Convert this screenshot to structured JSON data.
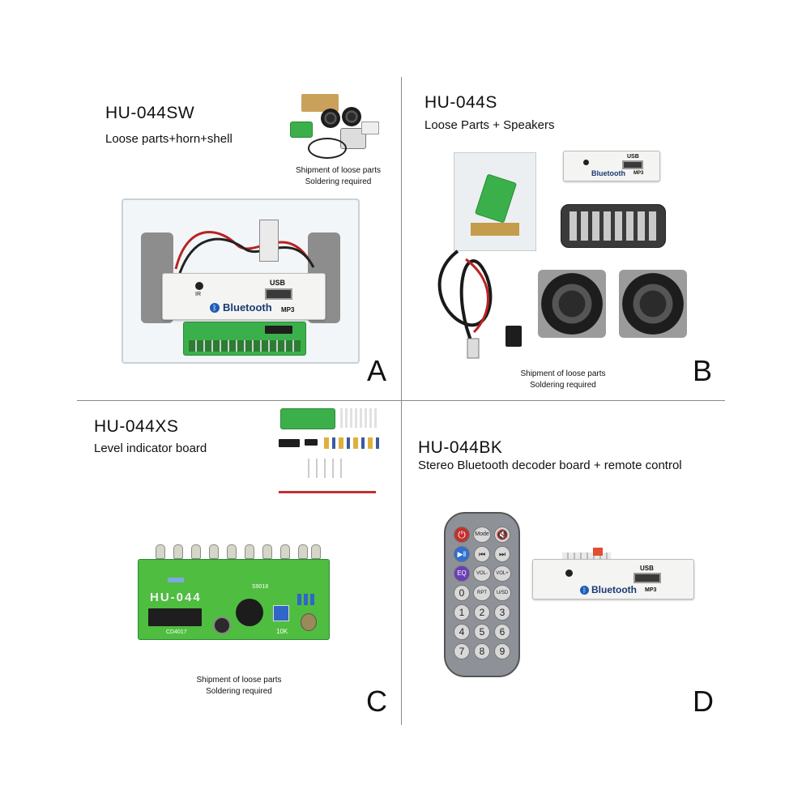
{
  "panels": {
    "a": {
      "model": "HU-044SW",
      "desc": "Loose parts+horn+shell",
      "note_line1": "Shipment of loose parts",
      "note_line2": "Soldering required",
      "letter": "A",
      "module_usb": "USB",
      "module_ir": "IR",
      "module_bt": "Bluetooth",
      "module_mp3": "MP3"
    },
    "b": {
      "model": "HU-044S",
      "desc": "Loose Parts + Speakers",
      "note_line1": "Shipment of loose parts",
      "note_line2": "Soldering required",
      "letter": "B",
      "module_usb": "USB",
      "module_bt": "Bluetooth",
      "module_mp3": "MP3"
    },
    "c": {
      "model": "HU-044XS",
      "desc": "Level indicator board",
      "note_line1": "Shipment of loose parts",
      "note_line2": "Soldering required",
      "letter": "C",
      "pcb_label": "HU-044",
      "pcb_ic": "CD4017",
      "pcb_s9018": "S9018",
      "pcb_10k": "10K"
    },
    "d": {
      "model": "HU-044BK",
      "desc": "Stereo Bluetooth decoder board + remote control",
      "letter": "D",
      "module_usb": "USB",
      "module_bt": "Bluetooth",
      "module_mp3": "MP3",
      "remote_buttons": [
        "Mode",
        "VOL-",
        "VOL+",
        "RPT",
        "U/SD",
        "0",
        "1",
        "2",
        "3",
        "4",
        "5",
        "6",
        "7",
        "8",
        "9"
      ]
    }
  },
  "colors": {
    "divider": "#8a8a8a",
    "pcb_green": "#3bb04a",
    "bt_text": "#1b3a73"
  }
}
